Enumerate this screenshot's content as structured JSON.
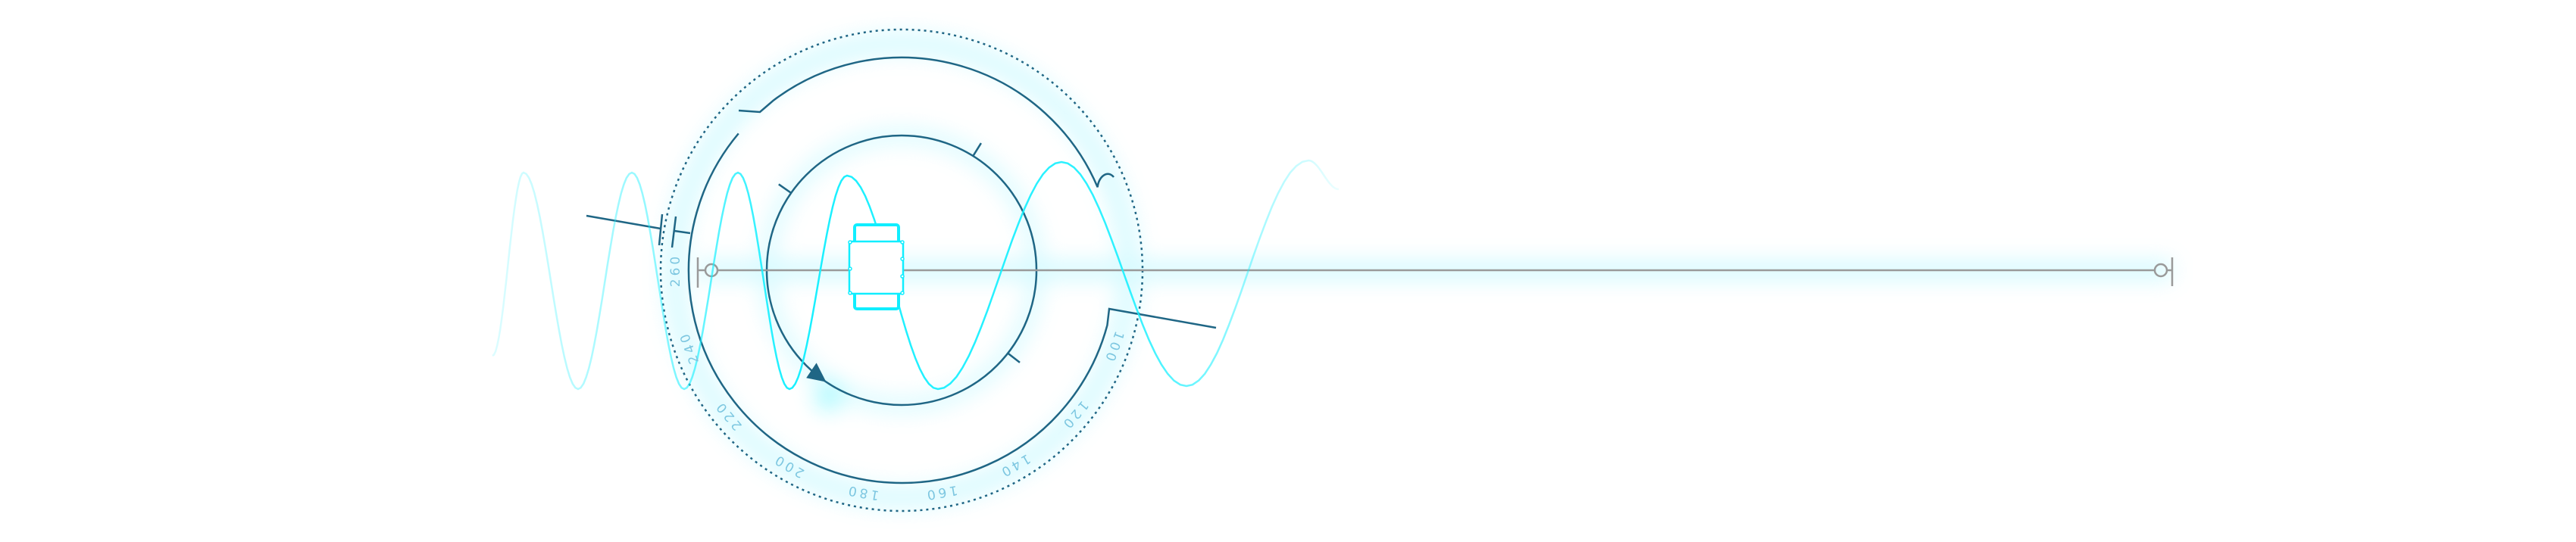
{
  "dial": {
    "labels": [
      "260",
      "240",
      "220",
      "200",
      "180",
      "160",
      "140",
      "120",
      "100"
    ],
    "values": [
      260,
      240,
      220,
      200,
      180,
      160,
      140,
      120,
      100
    ]
  },
  "colors": {
    "frame": "#1f6685",
    "wave": "#19f0ff",
    "glow": "#8af2ff",
    "axis": "#9a9a9a",
    "label": "#7cc6e0",
    "module": "#10eeff"
  }
}
